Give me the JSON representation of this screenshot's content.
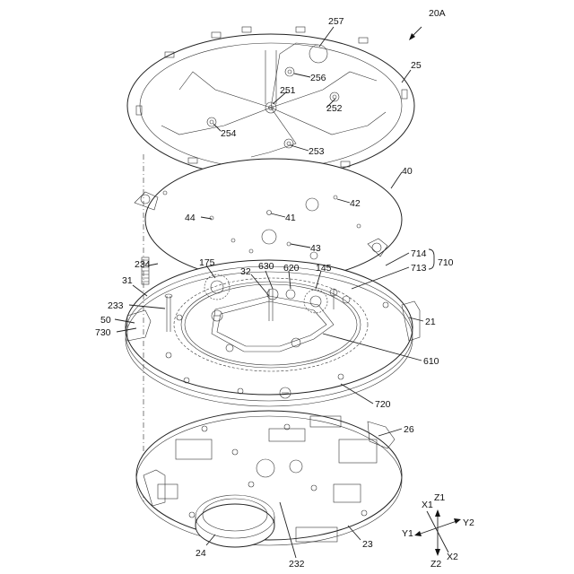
{
  "figure_id": "20A",
  "labels": {
    "l257": "257",
    "l25": "25",
    "l256": "256",
    "l251": "251",
    "l252": "252",
    "l254": "254",
    "l253": "253",
    "l40": "40",
    "l42": "42",
    "l44": "44",
    "l41": "41",
    "l43": "43",
    "l714": "714",
    "l713": "713",
    "l710": "710",
    "l234": "234",
    "l175": "175",
    "l32": "32",
    "l630": "630",
    "l620": "620",
    "l145": "145",
    "l31": "31",
    "l233": "233",
    "l50": "50",
    "l730": "730",
    "l21": "21",
    "l610": "610",
    "l720": "720",
    "l26": "26",
    "l24": "24",
    "l232": "232",
    "l23": "23"
  },
  "axes": {
    "x1": "X1",
    "z1": "Z1",
    "y1": "Y1",
    "y2": "Y2",
    "z2": "Z2",
    "x2": "X2"
  }
}
